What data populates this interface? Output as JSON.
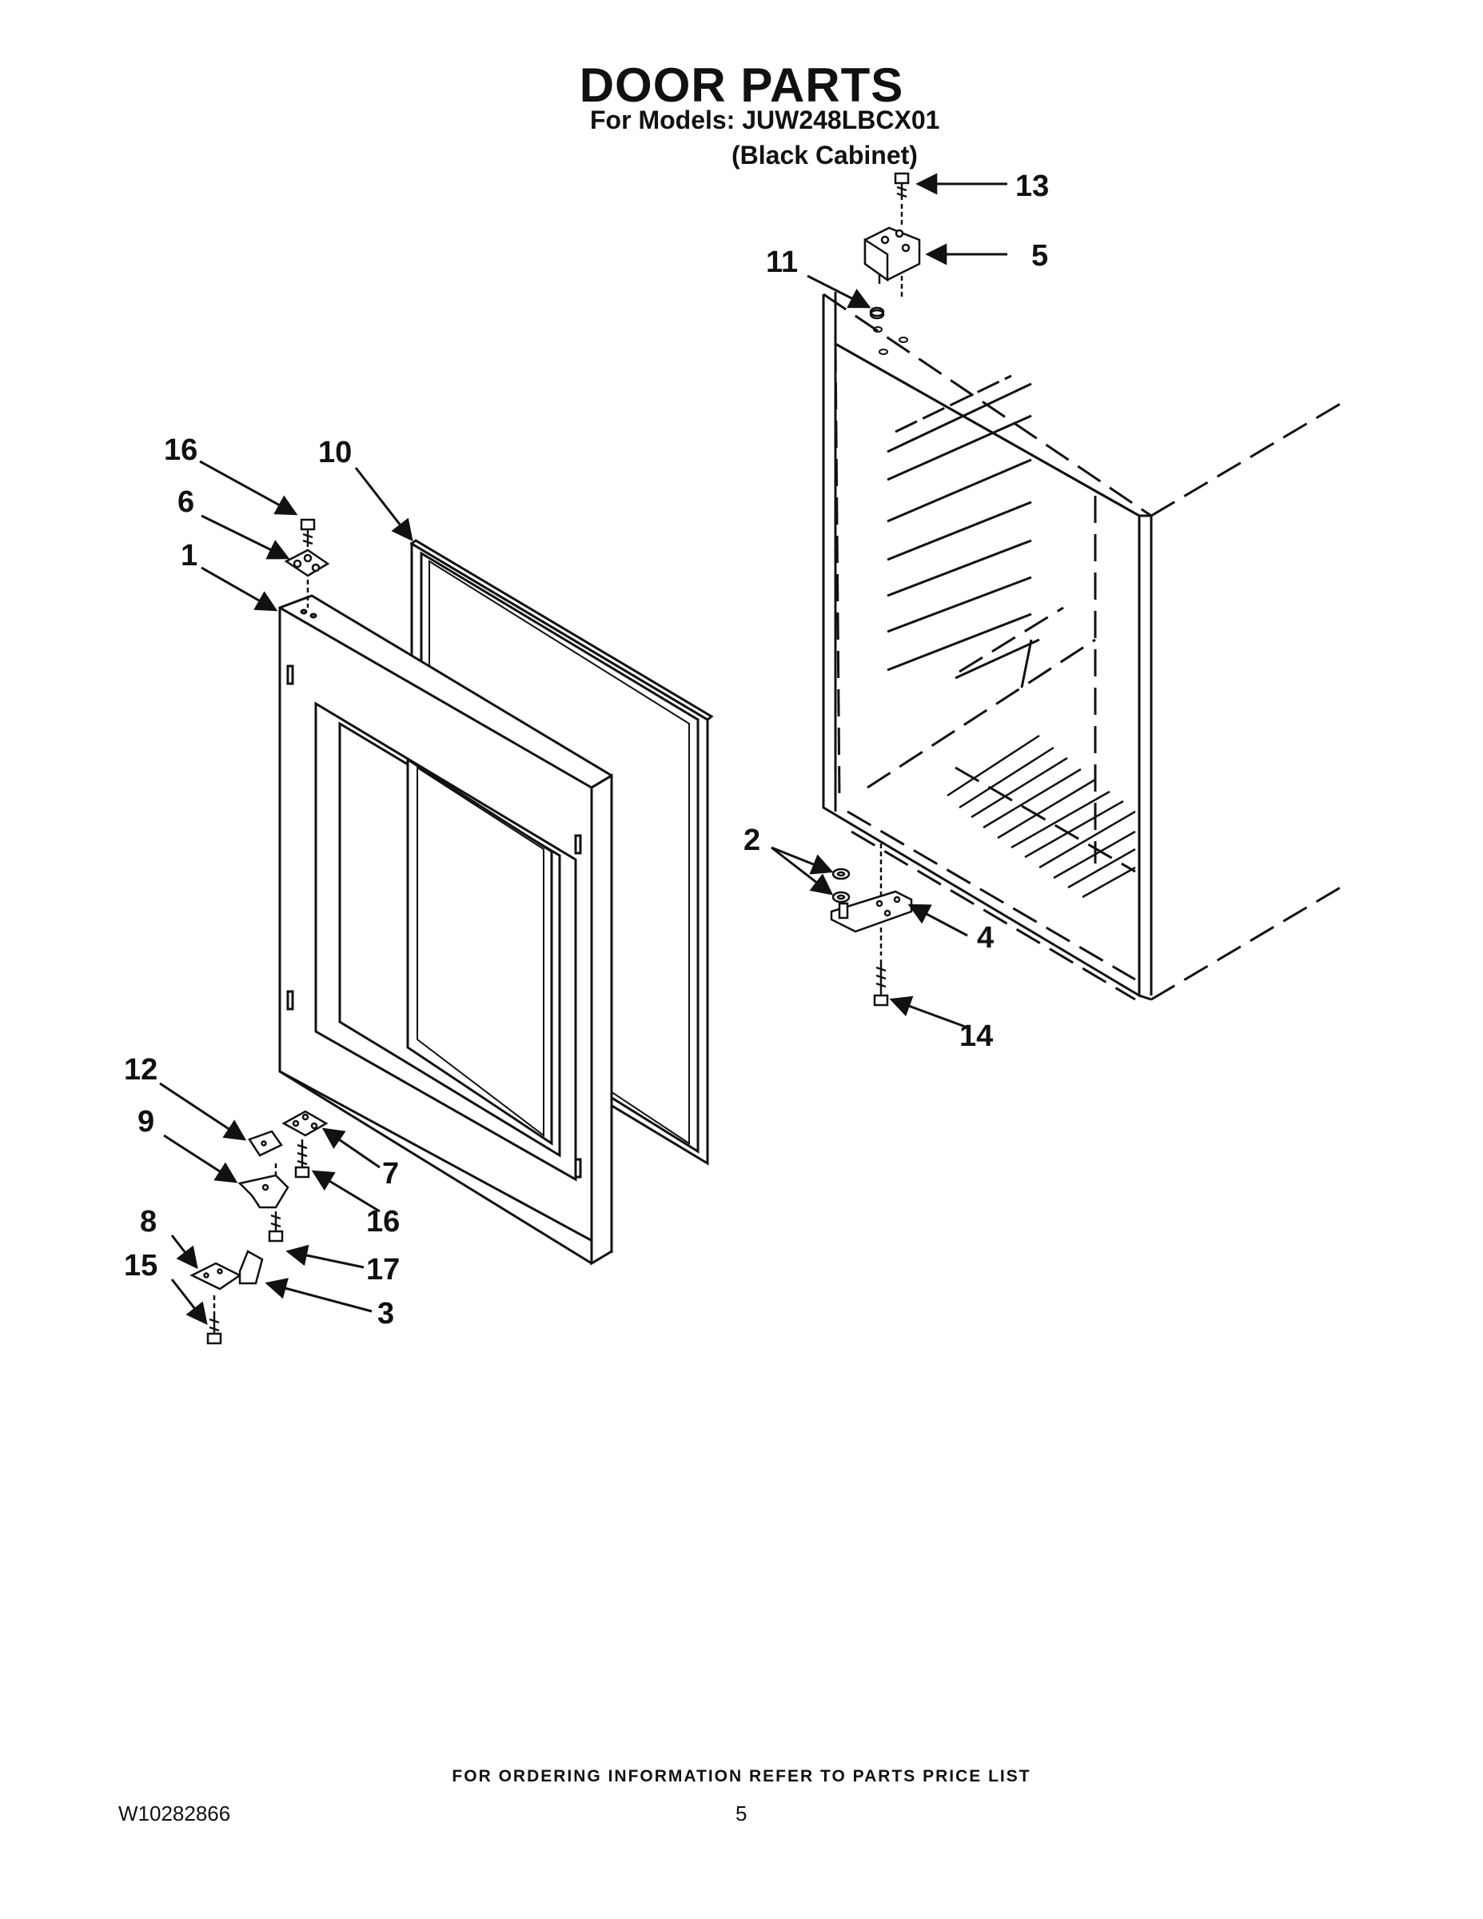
{
  "header": {
    "title": "DOOR PARTS",
    "models_line": "For Models: JUW248LBCX01",
    "cabinet_line": "(Black Cabinet)"
  },
  "footer": {
    "ordering": "FOR ORDERING INFORMATION REFER TO PARTS PRICE LIST",
    "doc_number": "W10282866",
    "page_number": "5"
  },
  "callouts": {
    "c1": "1",
    "c2": "2",
    "c3": "3",
    "c4": "4",
    "c5": "5",
    "c6": "6",
    "c7": "7",
    "c8": "8",
    "c9": "9",
    "c10": "10",
    "c11": "11",
    "c12": "12",
    "c13": "13",
    "c14": "14",
    "c15": "15",
    "c16a": "16",
    "c16b": "16",
    "c17": "17"
  },
  "colors": {
    "ink": "#111111",
    "background": "#ffffff"
  }
}
